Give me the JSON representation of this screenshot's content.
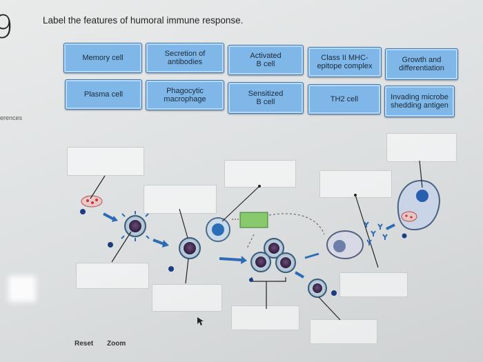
{
  "question": {
    "number": "9",
    "title": "Label the features of humoral immune response."
  },
  "sidebar": {
    "references_fragment": "erences"
  },
  "chips": [
    {
      "id": "memory-cell",
      "label": "Memory cell"
    },
    {
      "id": "secretion-of-antibodies",
      "label": "Secretion of\nantibodies"
    },
    {
      "id": "activated-b-cell",
      "label": "Activated\nB cell"
    },
    {
      "id": "class-ii-mhc-epitope-complex",
      "label": "Class II MHC-\nepitope complex"
    },
    {
      "id": "growth-and-differentiation",
      "label": "Growth and\ndifferentiation"
    },
    {
      "id": "plasma-cell",
      "label": "Plasma cell"
    },
    {
      "id": "phagocytic-macrophage",
      "label": "Phagocytic\nmacrophage"
    },
    {
      "id": "sensitized-b-cell",
      "label": "Sensitized\nB cell"
    },
    {
      "id": "th2-cell",
      "label": "TH2 cell"
    },
    {
      "id": "invading-microbe-shedding-antigen",
      "label": "Invading microbe\nshedding antigen"
    }
  ],
  "footer": {
    "reset_label": "Reset",
    "zoom_label": "Zoom"
  }
}
